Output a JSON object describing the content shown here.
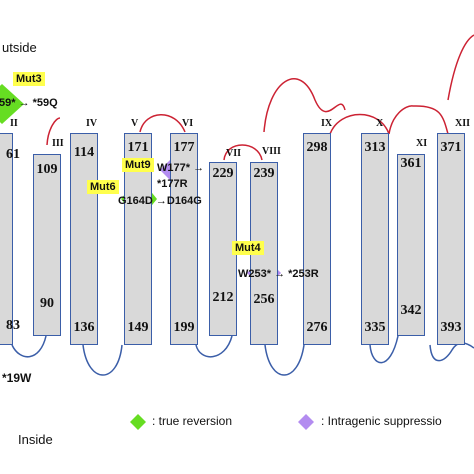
{
  "sides": {
    "outside": "utside",
    "inside": "Inside"
  },
  "helices": [
    {
      "roman": "II",
      "top": "61",
      "bottom": "83"
    },
    {
      "roman": "III",
      "top": "109",
      "bottom": "90"
    },
    {
      "roman": "IV",
      "top": "114",
      "bottom": "136"
    },
    {
      "roman": "V",
      "top": "171",
      "bottom": "149"
    },
    {
      "roman": "VI",
      "top": "177",
      "bottom": "199"
    },
    {
      "roman": "VII",
      "top": "229",
      "bottom": "212"
    },
    {
      "roman": "VIII",
      "top": "239",
      "bottom": "256"
    },
    {
      "roman": "IX",
      "top": "298",
      "bottom": "276"
    },
    {
      "roman": "X",
      "top": "313",
      "bottom": "335"
    },
    {
      "roman": "XI",
      "top": "361",
      "bottom": "342"
    },
    {
      "roman": "XII",
      "top": "371",
      "bottom": "393"
    }
  ],
  "mutations": {
    "mut3": {
      "label": "Mut3",
      "change": "59* → *59Q"
    },
    "mut9": {
      "label": "Mut9",
      "change": "W177* → *177R"
    },
    "mut6": {
      "label": "Mut6",
      "change": "G164D →D164G"
    },
    "mut4": {
      "label": "Mut4",
      "change": "W253* → *253R"
    },
    "w19": {
      "change": "*19W"
    }
  },
  "legend": {
    "true_reversion": ": true reversion",
    "intragenic": ": Intragenic suppressio"
  },
  "colors": {
    "true_reversion": "#66dd22",
    "intragenic": "#b38cf0",
    "highlight": "#ffff4d",
    "loop_outside": "#cc2233",
    "loop_inside": "#3b5ea8"
  }
}
